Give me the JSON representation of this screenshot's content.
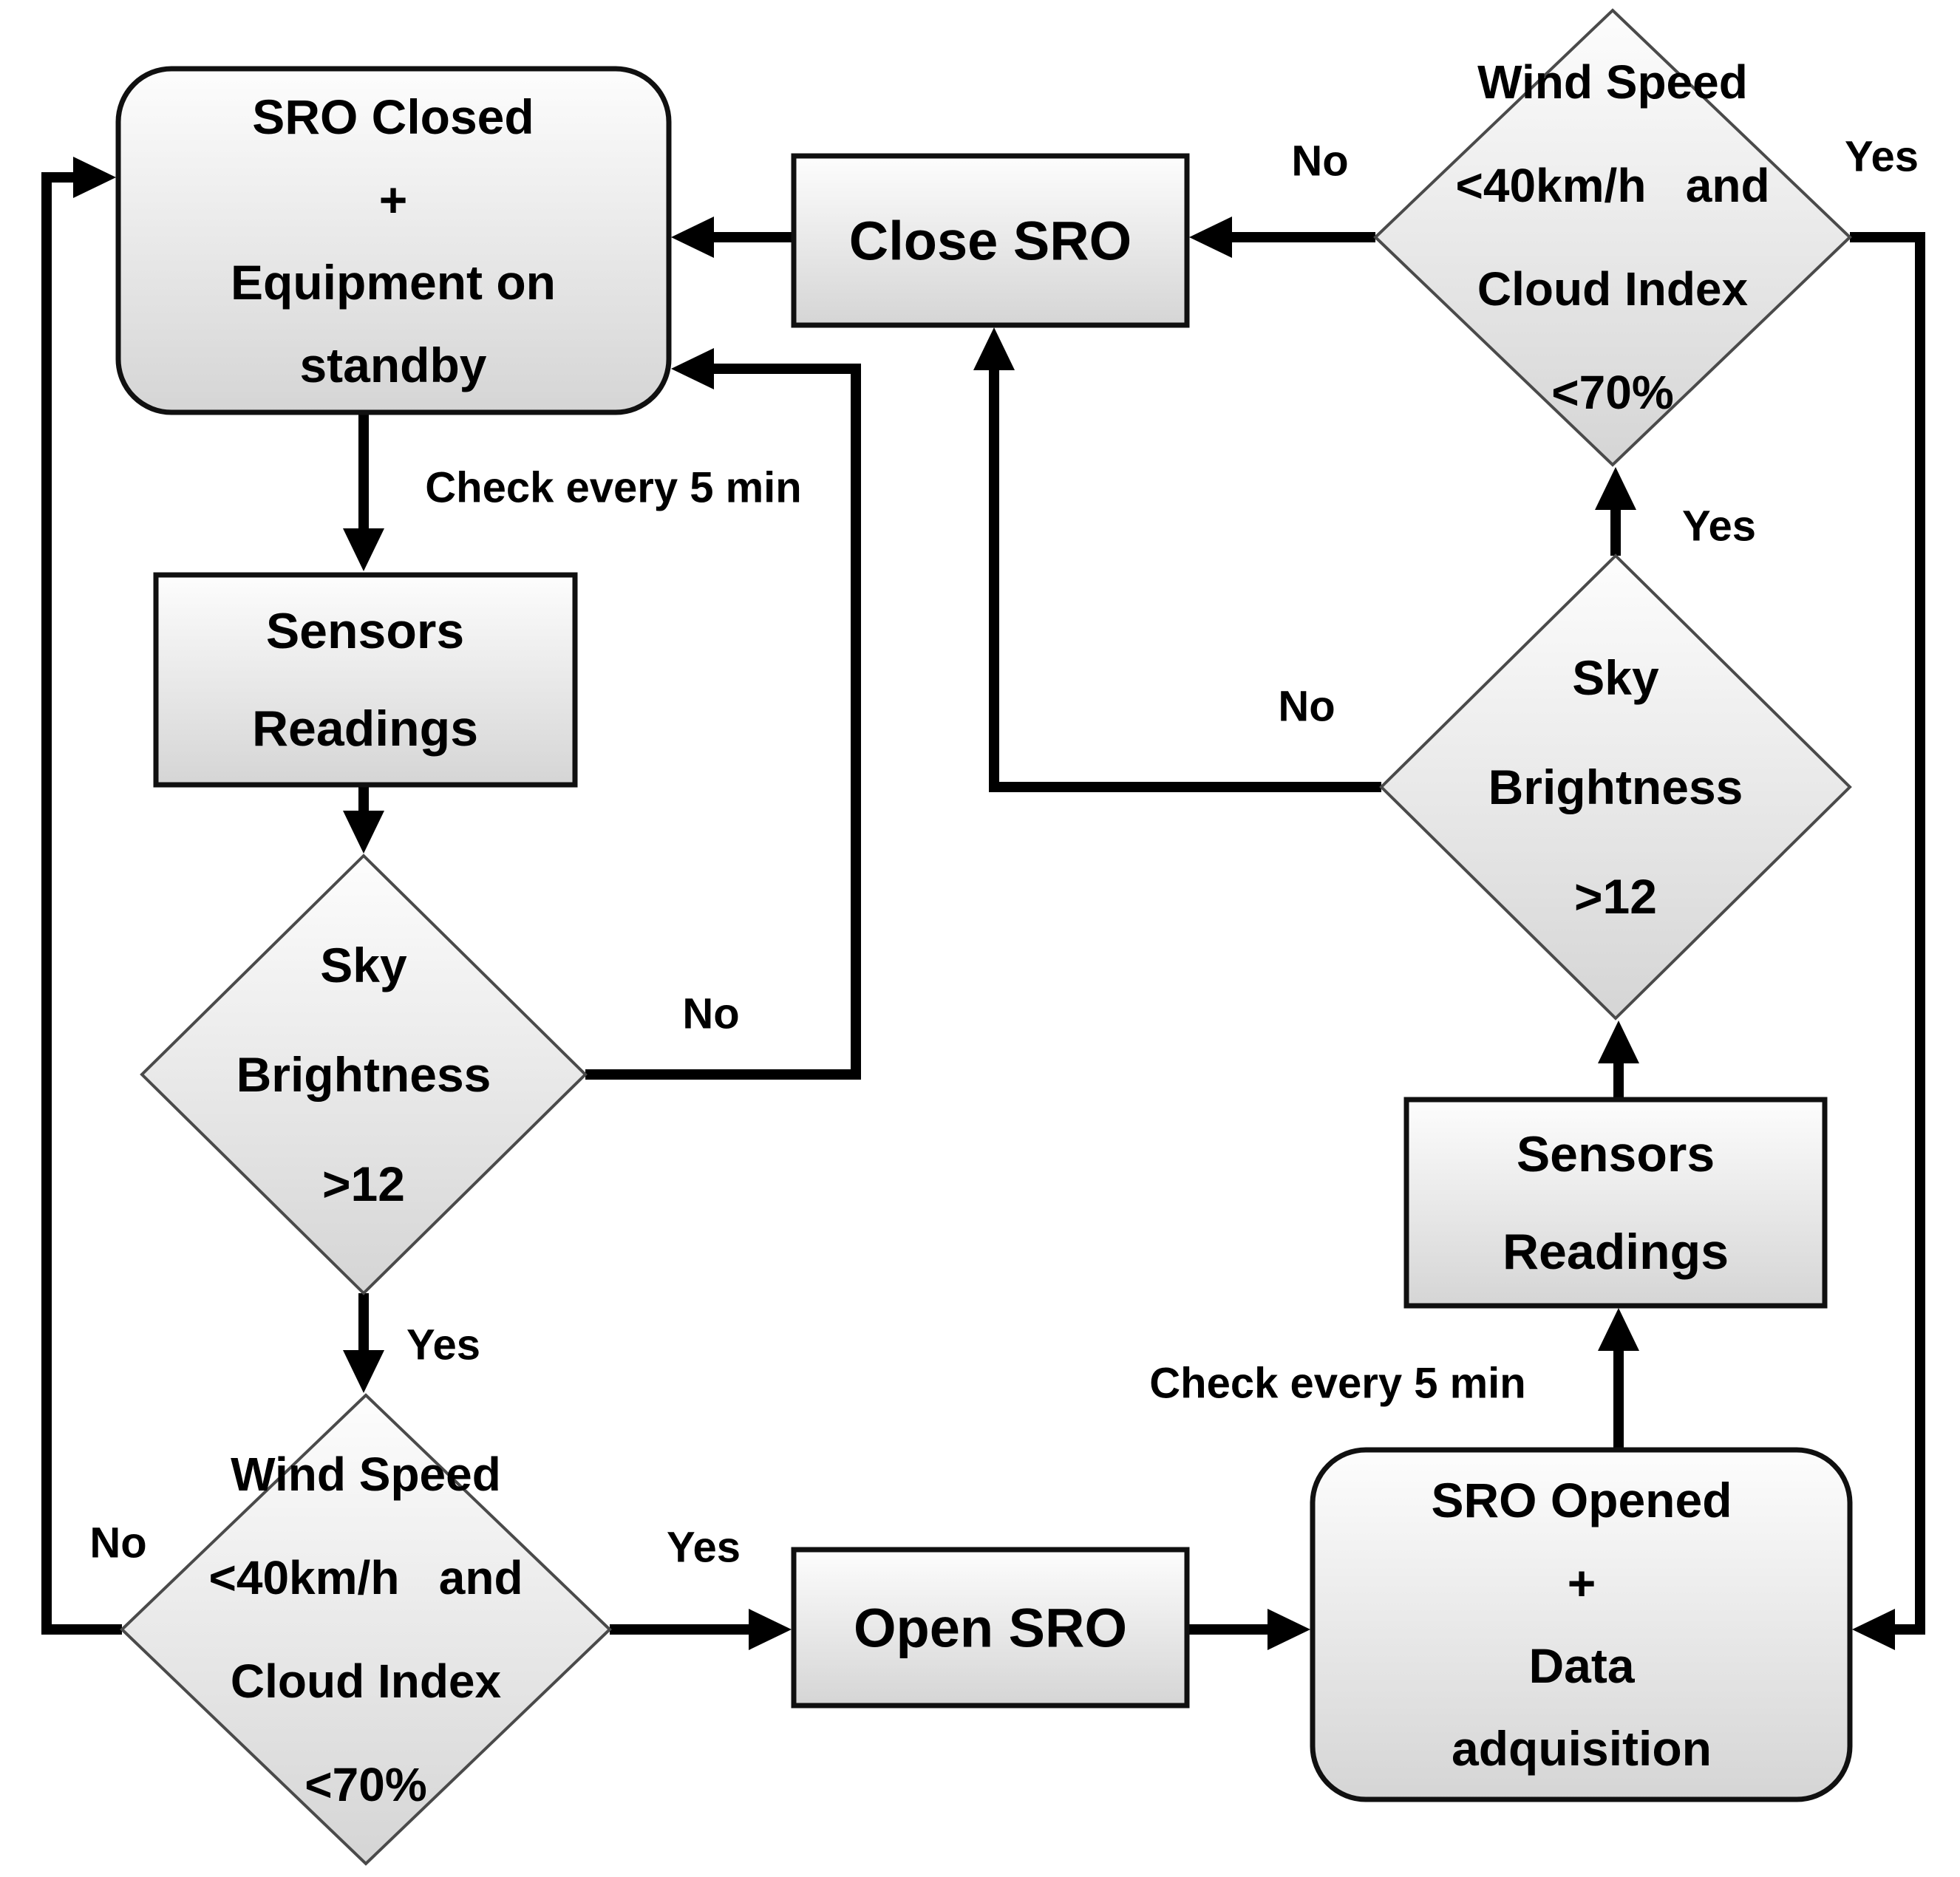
{
  "diagram": {
    "nodes": {
      "sro_closed": {
        "label": "SRO Closed\n+\nEquipment on\nstandby"
      },
      "sensors_left": {
        "label": "Sensors\nReadings"
      },
      "sky_left": {
        "label": "Sky\nBrightness\n>12"
      },
      "wind_left": {
        "label": "Wind Speed\n<40km/h   and\nCloud Index\n<70%"
      },
      "open_sro": {
        "label": "Open SRO"
      },
      "sro_opened": {
        "label": "SRO Opened\n+\nData\nadquisition"
      },
      "sensors_right": {
        "label": "Sensors\nReadings"
      },
      "sky_right": {
        "label": "Sky\nBrightness\n>12"
      },
      "wind_right": {
        "label": "Wind Speed\n<40km/h   and\nCloud Index\n<70%"
      },
      "close_sro": {
        "label": "Close SRO"
      }
    },
    "edge_labels": {
      "check_left": "Check every 5 min",
      "check_right": "Check every 5 min",
      "sky_left_no": "No",
      "sky_left_yes": "Yes",
      "wind_left_no": "No",
      "wind_left_yes": "Yes",
      "sky_right_no": "No",
      "sky_right_yes": "Yes",
      "wind_right_no": "No",
      "wind_right_yes": "Yes"
    },
    "colors": {
      "connector": "#000000",
      "rect_border": "#101010",
      "diamond_border": "#4a4a4a",
      "fill_top": "#fdfdfd",
      "fill_bottom": "#d5d5d5",
      "text": "#000000",
      "background": "#ffffff"
    }
  }
}
